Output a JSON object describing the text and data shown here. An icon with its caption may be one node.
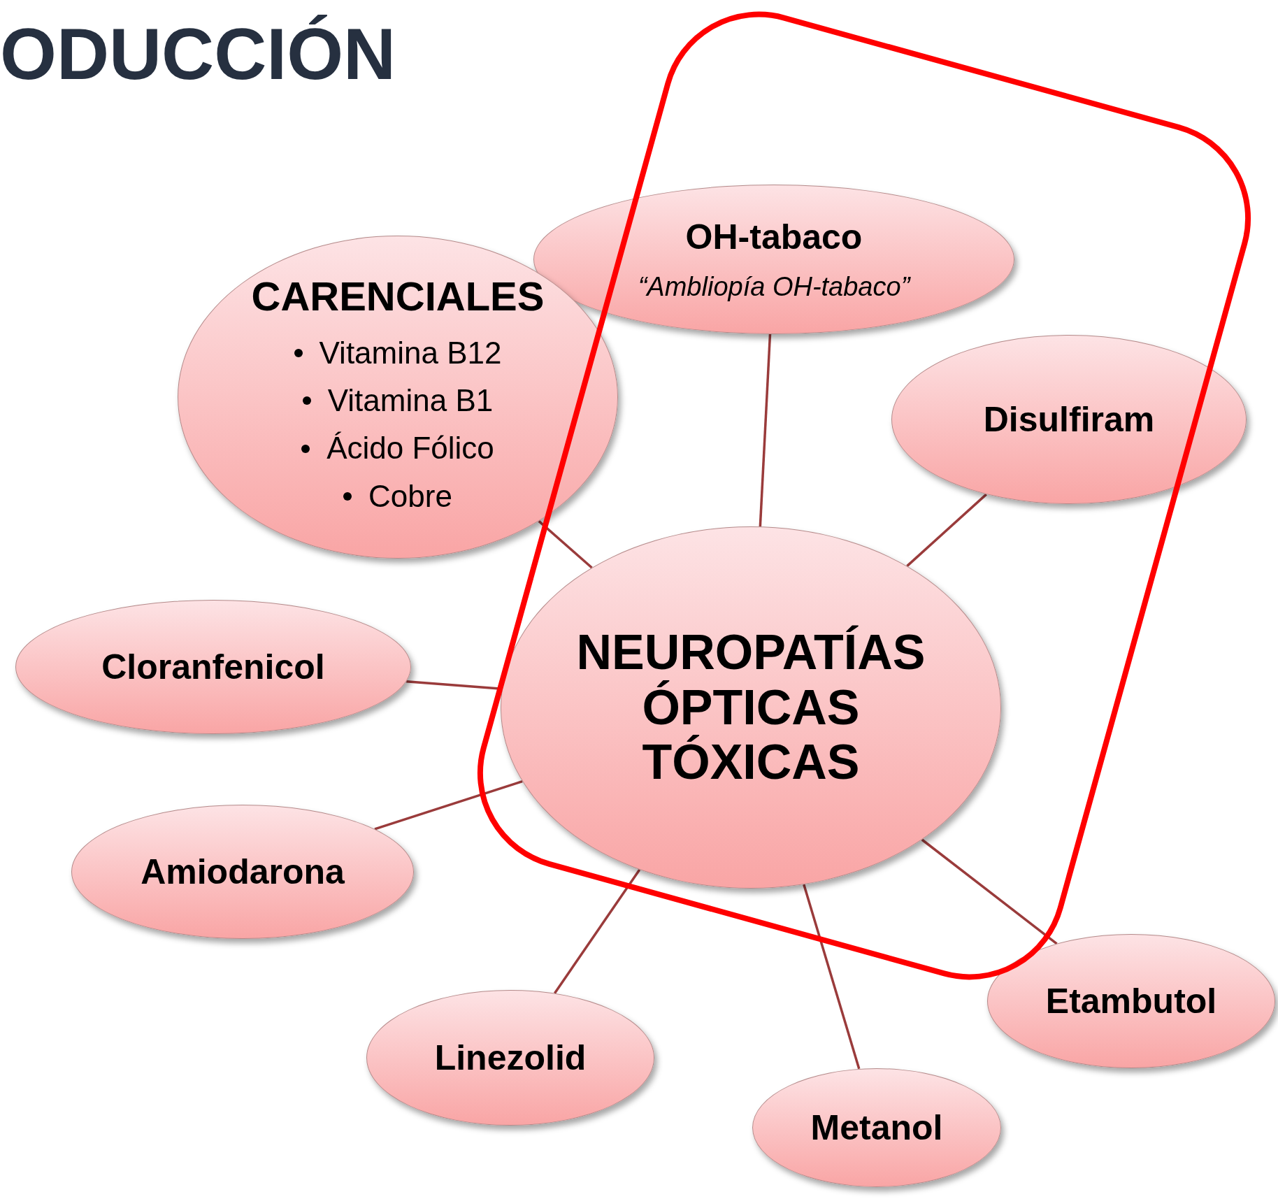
{
  "diagram": {
    "title": "ODUCCIÓN",
    "nodes": [
      {
        "text": [
          "OH-tabaco",
          "“Ambliopía OH-tabaco”"
        ]
      },
      {
        "text": [
          "CARENCIALES",
          "Vitamina B12",
          "Vitamina B1",
          "Ácido Fólico",
          "Cobre"
        ]
      },
      {
        "text": [
          "Disulfiram"
        ]
      },
      {
        "text": [
          "NEUROPATÍAS ÓPTICAS TÓXICAS"
        ]
      },
      {
        "text": [
          "Cloranfenicol"
        ]
      },
      {
        "text": [
          "Amiodarona"
        ]
      },
      {
        "text": [
          "Linezolid"
        ]
      },
      {
        "text": [
          "Metanol"
        ]
      },
      {
        "text": [
          "Etambutol"
        ]
      }
    ],
    "edges": [
      {
        "from": 3,
        "to": 0,
        "arrow": "none"
      },
      {
        "from": 3,
        "to": 1,
        "arrow": "none"
      },
      {
        "from": 3,
        "to": 2,
        "arrow": "none"
      },
      {
        "from": 3,
        "to": 4,
        "arrow": "none"
      },
      {
        "from": 3,
        "to": 5,
        "arrow": "none"
      },
      {
        "from": 3,
        "to": 6,
        "arrow": "none"
      },
      {
        "from": 3,
        "to": 7,
        "arrow": "none"
      },
      {
        "from": 3,
        "to": 8,
        "arrow": "none"
      }
    ]
  }
}
